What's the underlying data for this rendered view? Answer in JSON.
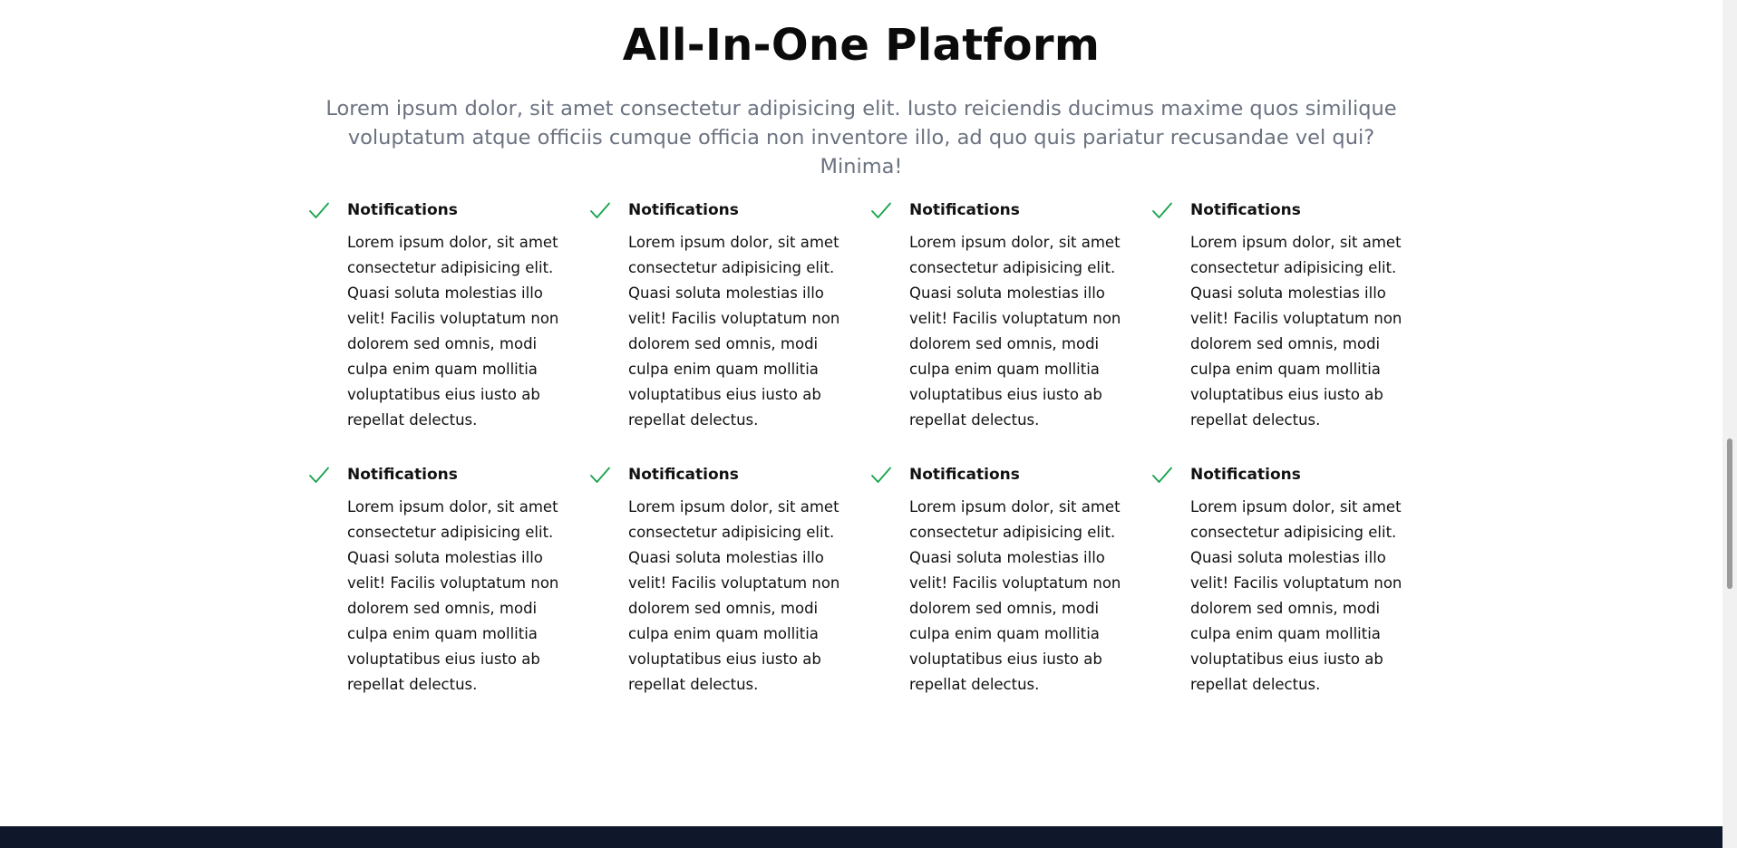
{
  "section": {
    "title": "All-In-One Platform",
    "subtitle": "Lorem ipsum dolor, sit amet consectetur adipisicing elit. Iusto reiciendis ducimus maxime quos similique voluptatum atque officiis cumque officia non inventore illo, ad quo quis pariatur recusandae vel qui? Minima!"
  },
  "features": [
    {
      "icon": "check-icon",
      "title": "Notifications",
      "text": "Lorem ipsum dolor, sit amet consectetur adipisicing elit. Quasi soluta molestias illo velit! Facilis voluptatum non dolorem sed omnis, modi culpa enim quam mollitia voluptatibus eius iusto ab repellat delectus."
    },
    {
      "icon": "check-icon",
      "title": "Notifications",
      "text": "Lorem ipsum dolor, sit amet consectetur adipisicing elit. Quasi soluta molestias illo velit! Facilis voluptatum non dolorem sed omnis, modi culpa enim quam mollitia voluptatibus eius iusto ab repellat delectus."
    },
    {
      "icon": "check-icon",
      "title": "Notifications",
      "text": "Lorem ipsum dolor, sit amet consectetur adipisicing elit. Quasi soluta molestias illo velit! Facilis voluptatum non dolorem sed omnis, modi culpa enim quam mollitia voluptatibus eius iusto ab repellat delectus."
    },
    {
      "icon": "check-icon",
      "title": "Notifications",
      "text": "Lorem ipsum dolor, sit amet consectetur adipisicing elit. Quasi soluta molestias illo velit! Facilis voluptatum non dolorem sed omnis, modi culpa enim quam mollitia voluptatibus eius iusto ab repellat delectus."
    },
    {
      "icon": "check-icon",
      "title": "Notifications",
      "text": "Lorem ipsum dolor, sit amet consectetur adipisicing elit. Quasi soluta molestias illo velit! Facilis voluptatum non dolorem sed omnis, modi culpa enim quam mollitia voluptatibus eius iusto ab repellat delectus."
    },
    {
      "icon": "check-icon",
      "title": "Notifications",
      "text": "Lorem ipsum dolor, sit amet consectetur adipisicing elit. Quasi soluta molestias illo velit! Facilis voluptatum non dolorem sed omnis, modi culpa enim quam mollitia voluptatibus eius iusto ab repellat delectus."
    },
    {
      "icon": "check-icon",
      "title": "Notifications",
      "text": "Lorem ipsum dolor, sit amet consectetur adipisicing elit. Quasi soluta molestias illo velit! Facilis voluptatum non dolorem sed omnis, modi culpa enim quam mollitia voluptatibus eius iusto ab repellat delectus."
    },
    {
      "icon": "check-icon",
      "title": "Notifications",
      "text": "Lorem ipsum dolor, sit amet consectetur adipisicing elit. Quasi soluta molestias illo velit! Facilis voluptatum non dolorem sed omnis, modi culpa enim quam mollitia voluptatibus eius iusto ab repellat delectus."
    }
  ],
  "colors": {
    "accent": "#16a34a",
    "heading": "#0b0b0b",
    "subtitle": "#6b7280",
    "footer": "#0f172a"
  }
}
